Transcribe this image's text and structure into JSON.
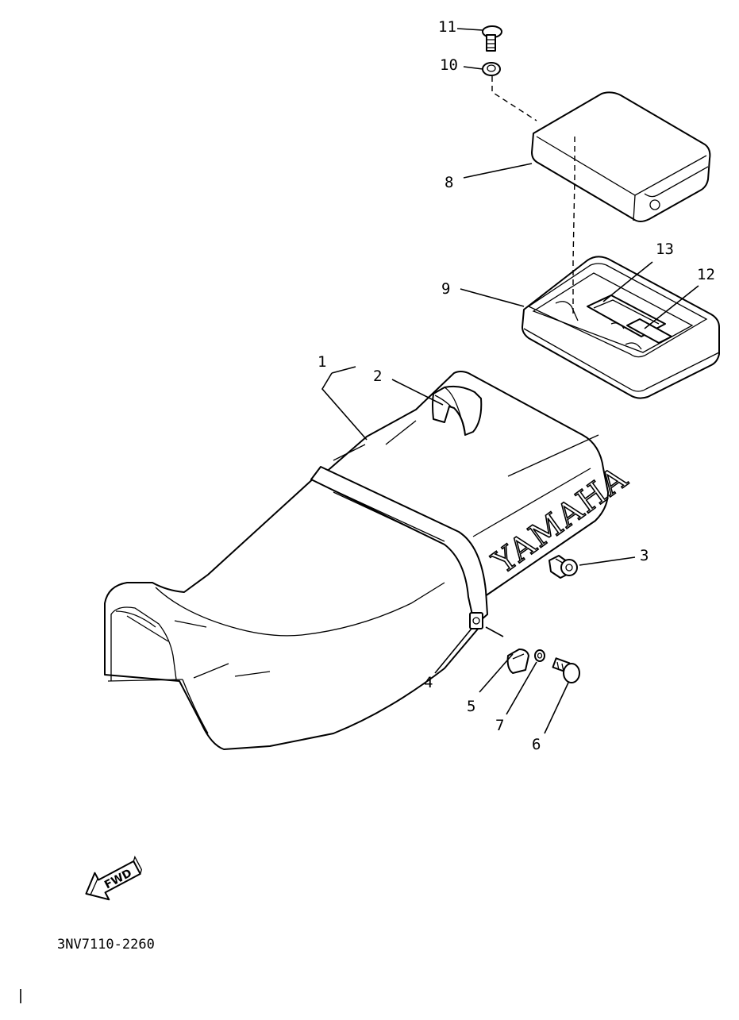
{
  "callouts": [
    {
      "id": "1",
      "text": "1"
    },
    {
      "id": "2",
      "text": "2"
    },
    {
      "id": "3",
      "text": "3"
    },
    {
      "id": "4",
      "text": "4"
    },
    {
      "id": "5",
      "text": "5"
    },
    {
      "id": "6",
      "text": "6"
    },
    {
      "id": "7",
      "text": "7"
    },
    {
      "id": "8",
      "text": "8"
    },
    {
      "id": "9",
      "text": "9"
    },
    {
      "id": "10",
      "text": "10"
    },
    {
      "id": "11",
      "text": "11"
    },
    {
      "id": "12",
      "text": "12"
    },
    {
      "id": "13",
      "text": "13"
    }
  ],
  "seat_brand": "YAMAHA",
  "direction_arrow": "FWD",
  "diagram_code": "3NV7110-2260",
  "icons": {
    "direction": "fwd-arrow-icon"
  }
}
